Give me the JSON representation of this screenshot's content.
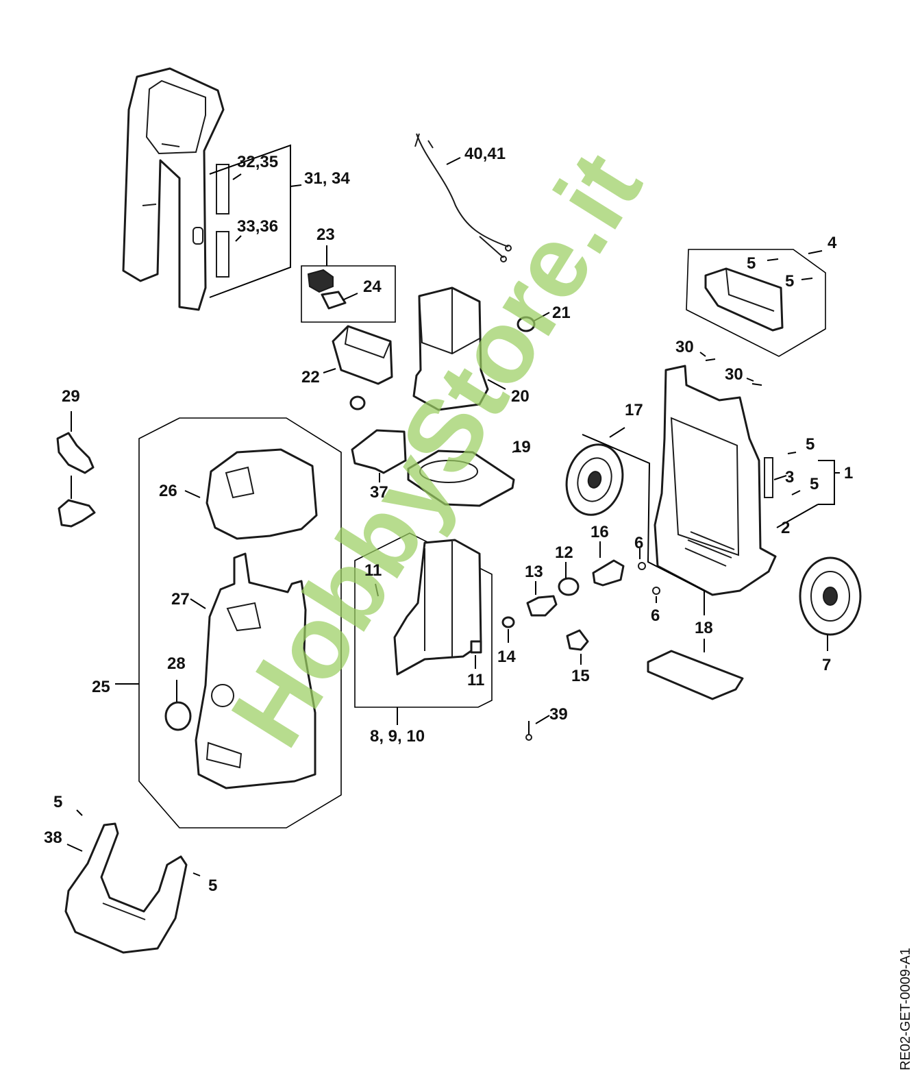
{
  "watermark": "HobbyStore.it",
  "drawing_ref": "RE02-GET-0009-A1",
  "callouts": {
    "c1": "1",
    "c2": "2",
    "c3": "3",
    "c4": "4",
    "c5a": "5",
    "c5b": "5",
    "c5c": "5",
    "c5d": "5",
    "c5e": "5",
    "c5f": "5",
    "c6a": "6",
    "c6b": "6",
    "c7": "7",
    "c8": "8, 9, 10",
    "c11a": "11",
    "c11b": "11",
    "c12": "12",
    "c13": "13",
    "c14": "14",
    "c15": "15",
    "c16": "16",
    "c17": "17",
    "c18": "18",
    "c19": "19",
    "c20": "20",
    "c21": "21",
    "c22": "22",
    "c23": "23",
    "c24": "24",
    "c25": "25",
    "c26": "26",
    "c27": "27",
    "c28": "28",
    "c29": "29",
    "c30a": "30",
    "c30b": "30",
    "c31": "31, 34",
    "c32": "32,35",
    "c33": "33,36",
    "c37": "37",
    "c38": "38",
    "c39": "39",
    "c40": "40,41"
  }
}
